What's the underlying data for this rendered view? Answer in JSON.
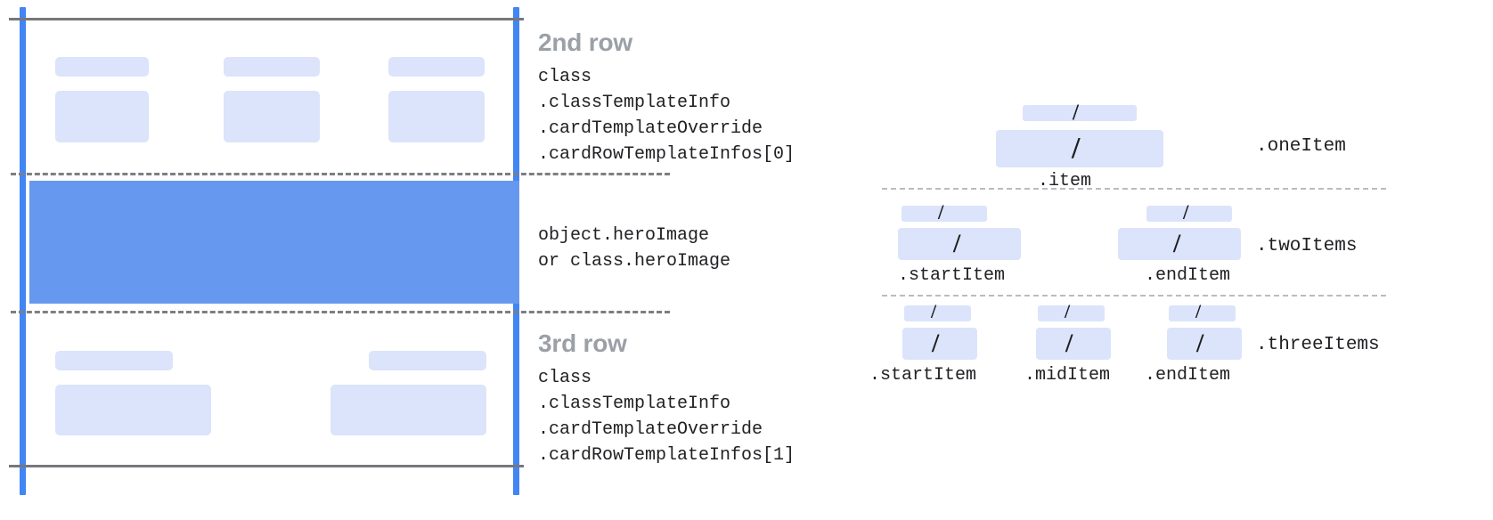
{
  "left_diagram": {
    "rows": [
      {
        "title": "2nd row",
        "code": "class\n.classTemplateInfo\n.cardTemplateOverride\n.cardRowTemplateInfos[0]"
      },
      {
        "title": "",
        "code": "object.heroImage\nor class.heroImage"
      },
      {
        "title": "3rd row",
        "code": "class\n.classTemplateInfo\n.cardTemplateOverride\n.cardRowTemplateInfos[1]"
      }
    ],
    "colors": {
      "rail": "#4285f4",
      "hero_band": "#6798ef",
      "placeholder": "#dbe4fa",
      "separator": "#76787b",
      "dashed": "#7c7f83",
      "title_text": "#9aa0a6",
      "code_text": "#202124"
    }
  },
  "right_diagram": {
    "groups": [
      {
        "name": ".oneItem",
        "slash": "/",
        "captions": [
          ".item"
        ]
      },
      {
        "name": ".twoItems",
        "slash": "/",
        "captions": [
          ".startItem",
          ".endItem"
        ]
      },
      {
        "name": ".threeItems",
        "slash": "/",
        "captions": [
          ".startItem",
          ".midItem",
          ".endItem"
        ]
      }
    ],
    "colors": {
      "placeholder": "#dbe4fa",
      "divider": "#b9bcc0",
      "text": "#202124"
    }
  }
}
